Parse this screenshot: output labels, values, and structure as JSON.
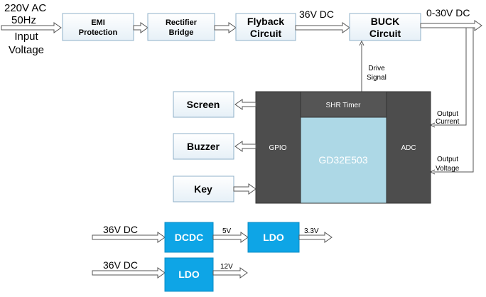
{
  "input": {
    "voltage": "220V AC",
    "frequency": "50Hz",
    "label_line1": "Input",
    "label_line2": "Voltage"
  },
  "blocks": {
    "emi": {
      "line1": "EMI",
      "line2": "Protection"
    },
    "rectifier": {
      "line1": "Rectifier",
      "line2": "Bridge"
    },
    "flyback": {
      "line1": "Flyback",
      "line2": "Circuit"
    },
    "buck": {
      "line1": "BUCK",
      "line2": "Circuit"
    },
    "screen": "Screen",
    "buzzer": "Buzzer",
    "key": "Key",
    "mcu": "GD32E503",
    "gpio": "GPIO",
    "adc": "ADC",
    "shr_timer": "SHR Timer"
  },
  "labels": {
    "flyback_out": "36V DC",
    "buck_out": "0-30V DC",
    "drive_signal_1": "Drive",
    "drive_signal_2": "Signal",
    "output_current_1": "Output",
    "output_current_2": "Current",
    "output_voltage_1": "Output",
    "output_voltage_2": "Voltage"
  },
  "power_rails": {
    "row1": {
      "input": "36V DC",
      "dcdc": "DCDC",
      "mid": "5V",
      "ldo": "LDO",
      "out": "3.3V"
    },
    "row2": {
      "input": "36V DC",
      "ldo": "LDO",
      "out": "12V"
    }
  },
  "colors": {
    "block_fill": "#f2f8fc",
    "block_stroke": "#8fb0c8",
    "mcu_dark": "#4d4d4d",
    "mcu_core": "#add8e6",
    "power_block": "#0ea5e6"
  }
}
